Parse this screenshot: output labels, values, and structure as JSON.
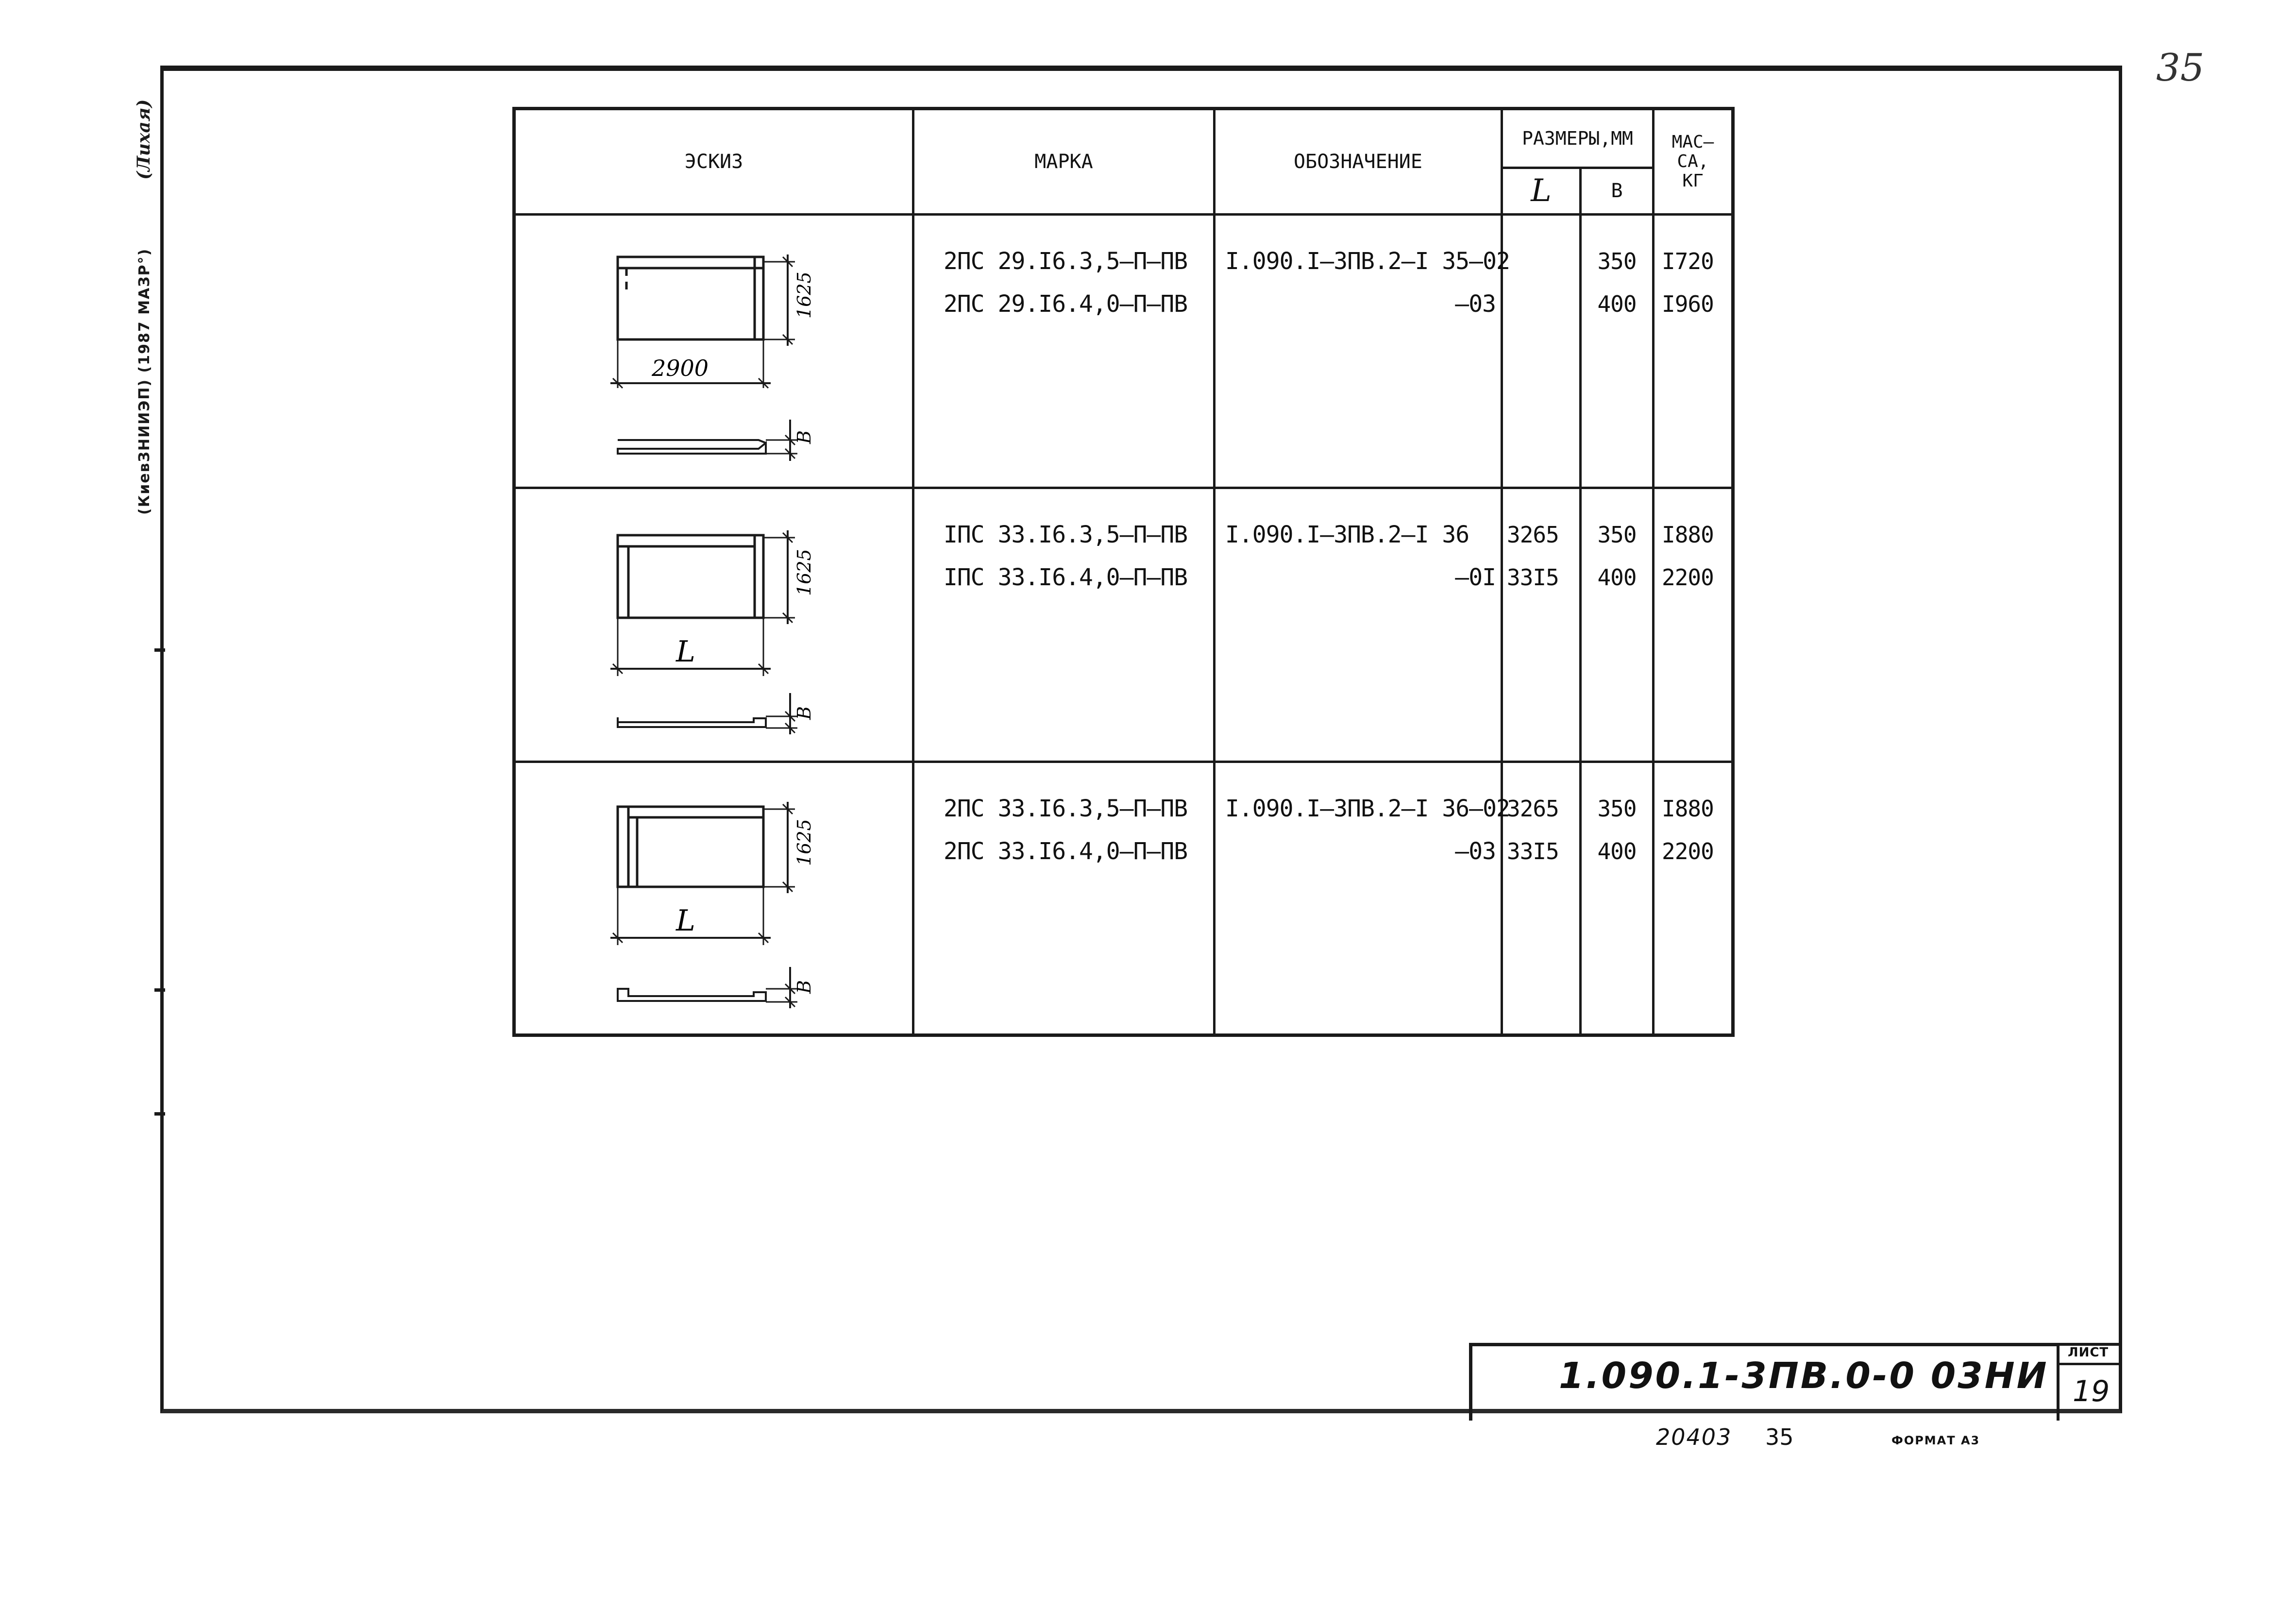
{
  "page_number_handwritten": "35",
  "side_stamp": "(КиевЗНИИЭП) (1987 МАЗР°)",
  "side_signature": "(Лихая)",
  "table": {
    "headers": {
      "sketch": "ЭСКИЗ",
      "mark": "МАРКА",
      "designation": "ОБОЗНАЧЕНИЕ",
      "sizes": "РАЗМЕРЫ,ММ",
      "size_l": "L",
      "size_b": "В",
      "mass_1": "МАС–",
      "mass_2": "СА,",
      "mass_3": "КГ"
    },
    "rows": [
      {
        "sketch_dims": {
          "height": "1625",
          "length": "2900",
          "thickness": "B"
        },
        "marks": [
          "2ПС 29.I6.3,5–П–ПВ",
          "2ПС 29.I6.4,0–П–ПВ"
        ],
        "designations": [
          "I.090.I–3ПВ.2–I 35–02",
          "–03"
        ],
        "l_values": [
          "",
          ""
        ],
        "b_values": [
          "350",
          "400"
        ],
        "mass_values": [
          "I720",
          "I960"
        ]
      },
      {
        "sketch_dims": {
          "height": "1625",
          "length": "L",
          "thickness": "B"
        },
        "marks": [
          "IПС 33.I6.3,5–П–ПВ",
          "IПС 33.I6.4,0–П–ПВ"
        ],
        "designations": [
          "I.090.I–3ПВ.2–I 36",
          "–0I"
        ],
        "l_values": [
          "3265",
          "33I5"
        ],
        "b_values": [
          "350",
          "400"
        ],
        "mass_values": [
          "I880",
          "2200"
        ]
      },
      {
        "sketch_dims": {
          "height": "1625",
          "length": "L",
          "thickness": "B"
        },
        "marks": [
          "2ПС 33.I6.3,5–П–ПВ",
          "2ПС 33.I6.4,0–П–ПВ"
        ],
        "designations": [
          "I.090.I–3ПВ.2–I 36–02",
          "–03"
        ],
        "l_values": [
          "3265",
          "33I5"
        ],
        "b_values": [
          "350",
          "400"
        ],
        "mass_values": [
          "I880",
          "2200"
        ]
      }
    ]
  },
  "title_block": {
    "code": "1.090.1-3ПВ.0-0  03НИ",
    "sheet_label": "ЛИСТ",
    "sheet_number": "19"
  },
  "footer": {
    "inventory": "20403",
    "copy": "35",
    "format": "ФОРМАТ А3"
  }
}
